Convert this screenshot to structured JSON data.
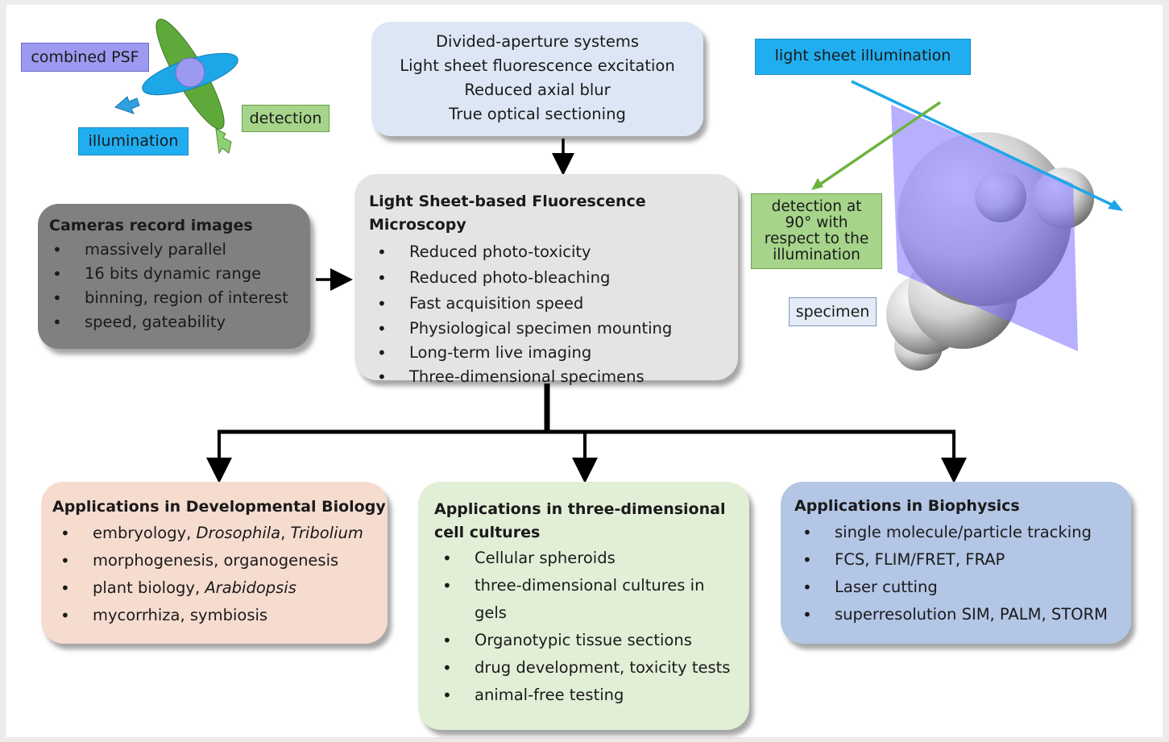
{
  "top_box": {
    "lines": [
      "Divided-aperture systems",
      "Light sheet fluorescence excitation",
      "Reduced axial blur",
      "True optical sectioning"
    ]
  },
  "center_box": {
    "title": "Light Sheet-based Fluorescence Microscopy",
    "items": [
      "Reduced photo-toxicity",
      "Reduced photo-bleaching",
      "Fast acquisition speed",
      "Physiological specimen mounting",
      "Long-term live imaging",
      "Three-dimensional specimens"
    ]
  },
  "cameras_box": {
    "title": "Cameras record images",
    "items": [
      "massively parallel",
      "16 bits dynamic range",
      "binning, region of interest",
      "speed, gateability"
    ]
  },
  "dev_bio_box": {
    "title": "Applications in Developmental Biology",
    "item0_prefix": "embryology, ",
    "item0_drosophila": "Drosophila",
    "item0_sep": ", ",
    "item0_tribolium": "Tribolium",
    "item1": "morphogenesis, organogenesis",
    "item2_prefix": "plant biology, ",
    "item2_arabidopsis": "Arabidopsis",
    "item3": "mycorrhiza, symbiosis"
  },
  "cell_cultures_box": {
    "title_line1": "Applications in three-dimensional",
    "title_line2": "cell cultures",
    "items": [
      "Cellular spheroids",
      "three-dimensional cultures in gels",
      "Organotypic tissue sections",
      "drug development, toxicity tests",
      "animal-free testing"
    ]
  },
  "biophysics_box": {
    "title": "Applications in Biophysics",
    "items": [
      "single molecule/particle tracking",
      "FCS, FLIM/FRET, FRAP",
      "Laser cutting",
      "superresolution SIM, PALM, STORM"
    ]
  },
  "psf_inset": {
    "combined_psf": "combined PSF",
    "illumination": "illumination",
    "detection": "detection"
  },
  "specimen_inset": {
    "light_sheet": "light sheet illumination",
    "detection_line1": "detection at",
    "detection_line2": "90° with",
    "detection_line3": "respect to the",
    "detection_line4": "illumination",
    "specimen": "specimen"
  },
  "colors": {
    "top_box": "#dce6f4",
    "center_box": "#e4e4e4",
    "cameras_box": "#808080",
    "dev_bio_box": "#f6dccf",
    "cell_cultures_box": "#e2efd7",
    "biophysics_box": "#b3c6e6",
    "tag_blue": "#21aef0",
    "tag_purple": "#9c99f0",
    "tag_green": "#a6d48a",
    "detection_green": "#6db33f"
  }
}
